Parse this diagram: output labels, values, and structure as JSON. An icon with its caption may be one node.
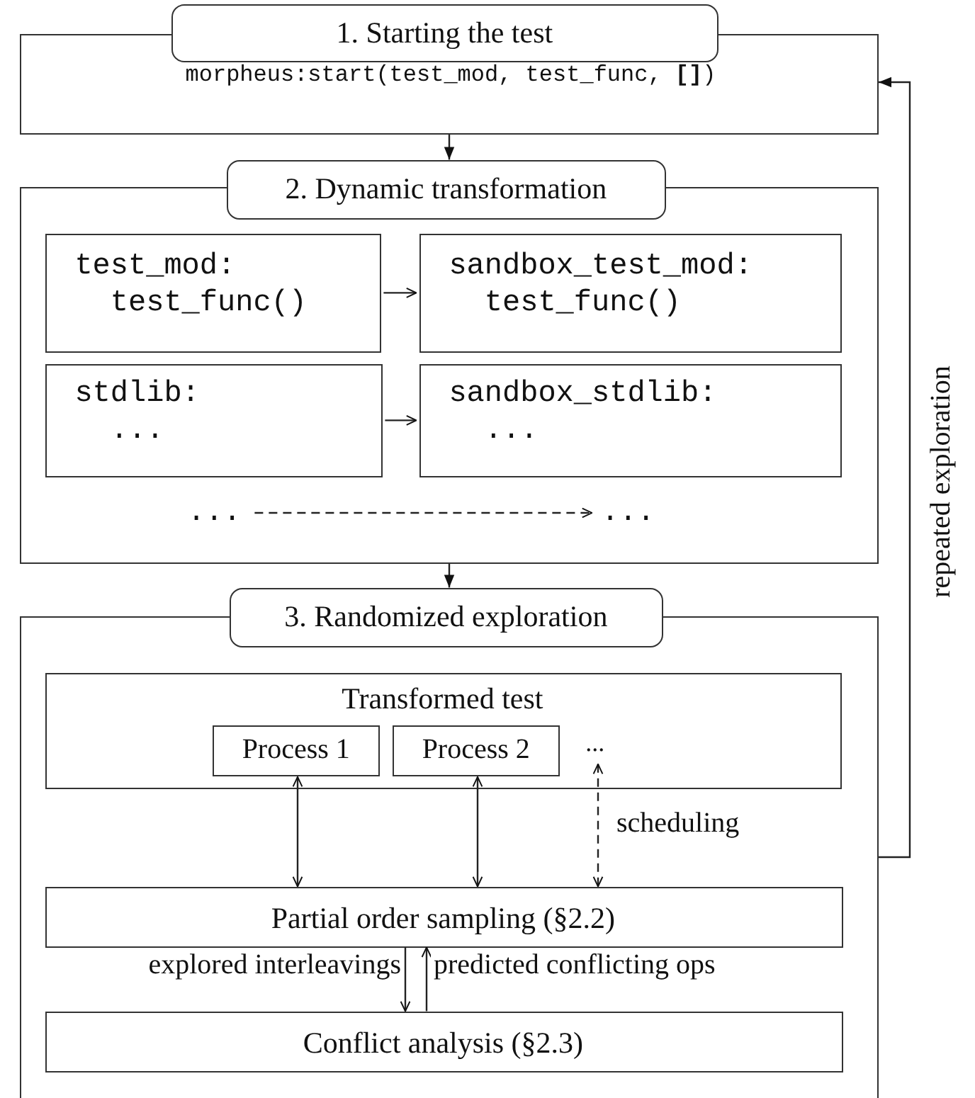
{
  "diagram": {
    "nodes": [
      {
        "text": [
          "1. Starting the test",
          "morpheus:start(test_mod, test_func, **[]**)"
        ]
      },
      {
        "text": [
          "2. Dynamic transformation"
        ]
      },
      {
        "text": [
          "test_mod: test_func()"
        ],
        "in": 1
      },
      {
        "text": [
          "sandbox_test_mod: test_func()"
        ],
        "in": 1
      },
      {
        "text": [
          "stdlib: ..."
        ],
        "in": 1
      },
      {
        "text": [
          "sandbox_stdlib: ..."
        ],
        "in": 1
      },
      {
        "text": [
          "..."
        ],
        "in": 1
      },
      {
        "text": [
          "..."
        ],
        "in": 1
      },
      {
        "text": [
          "3. Randomized exploration"
        ]
      },
      {
        "text": [
          "Transformed test"
        ],
        "in": 8
      },
      {
        "text": [
          "Process 1"
        ],
        "in": 9
      },
      {
        "text": [
          "Process 2"
        ],
        "in": 9
      },
      {
        "text": [
          "..."
        ],
        "in": 9
      },
      {
        "text": [
          "Partial order sampling (§2.2)"
        ],
        "in": 8
      },
      {
        "text": [
          "Conflict analysis (§2.3)"
        ],
        "in": 8
      }
    ],
    "edges": [
      {
        "from": 0,
        "to": 1,
        "arrow": "to"
      },
      {
        "from": 2,
        "to": 3,
        "arrow": "to"
      },
      {
        "from": 4,
        "to": 5,
        "arrow": "to"
      },
      {
        "from": 6,
        "to": 7,
        "arrow": "to",
        "style": "dashed"
      },
      {
        "from": 1,
        "to": 8,
        "arrow": "to"
      },
      {
        "from": 10,
        "to": 13,
        "arrow": "both"
      },
      {
        "from": 11,
        "to": 13,
        "arrow": "both"
      },
      {
        "from": 12,
        "to": 13,
        "arrow": "both",
        "style": "dashed",
        "label": "scheduling"
      },
      {
        "from": 13,
        "to": 14,
        "arrow": "to",
        "label": "explored interleavings"
      },
      {
        "from": 14,
        "to": 13,
        "arrow": "to",
        "label": "predicted conflicting ops"
      },
      {
        "from": 8,
        "to": 0,
        "arrow": "to",
        "label": "repeated exploration"
      }
    ]
  }
}
